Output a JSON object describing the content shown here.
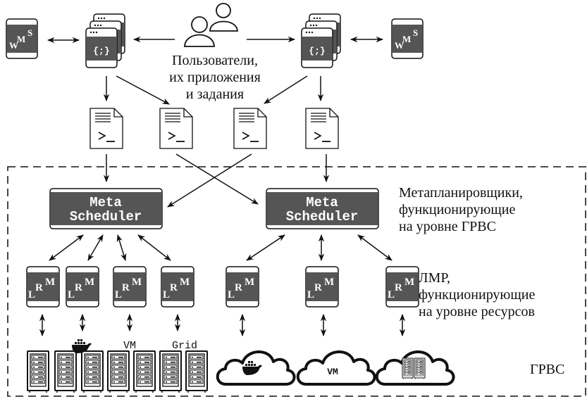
{
  "users": {
    "caption_lines": [
      "Пользователи,",
      "их приложения",
      "и задания"
    ]
  },
  "wms": {
    "label_w": "W",
    "label_m": "M",
    "label_s": "S"
  },
  "app_window": {
    "code_label": "{;}"
  },
  "script_file": {
    "prompt_label": ">_"
  },
  "meta_scheduler": {
    "line1": "Meta",
    "line2": "Scheduler"
  },
  "meta_caption_lines": [
    "Метапланировщики,",
    "функционирующие",
    "на уровне ГРВС"
  ],
  "lrm": {
    "label_l": "L",
    "label_r": "R",
    "label_m": "M"
  },
  "lrm_caption_lines": [
    "ЛМР,",
    "функционирующие",
    "на уровне ресурсов"
  ],
  "resources": {
    "vm_label": "VM",
    "grid_label": "Grid",
    "cloud_vm_label": "VM"
  },
  "boundary_label": "ГРВС",
  "colors": {
    "panel_dark": "#555555",
    "stroke": "#111111",
    "background": "#ffffff"
  }
}
